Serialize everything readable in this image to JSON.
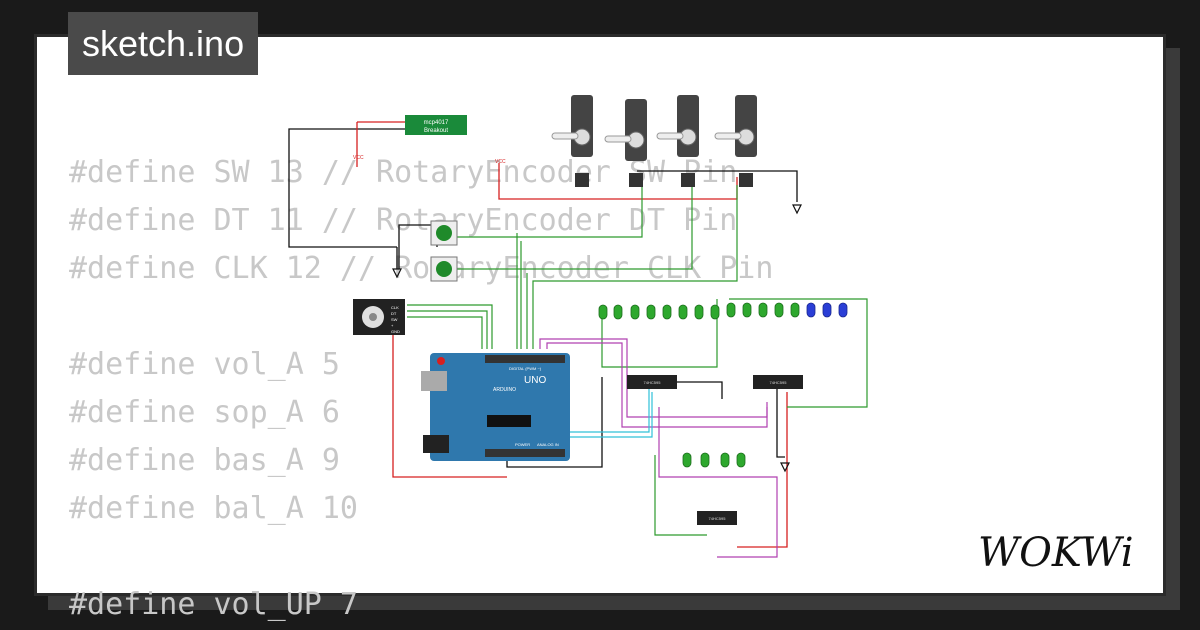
{
  "title": "sketch.ino",
  "code_lines": [
    "#define SW 13 // RotaryEncoder SW Pin",
    "#define DT 11 // RotaryEncoder DT Pin",
    "#define CLK 12 // RotaryEncoder CLK Pin",
    "",
    "#define vol_A 5",
    "#define sop_A 6",
    "#define bas_A 9",
    "#define bal_A 10",
    "",
    "#define vol_UP 7"
  ],
  "components": {
    "breakout_line1": "mcp4017",
    "breakout_line2": "Breakout",
    "vcc_label": "VCC",
    "board_label": "UNO",
    "board_brand": "ARDUINO",
    "board_digital": "DIGITAL (PWM ~)",
    "board_analog": "ANALOG IN",
    "board_power": "POWER",
    "encoder_pins": [
      "CLK",
      "DT",
      "SW",
      "+",
      "GND"
    ],
    "chip_label": "74HC595"
  },
  "brand": "WOKWi",
  "colors": {
    "background": "#1a1a1a",
    "card": "#ffffff",
    "board": "#2f78ad",
    "wire_red": "#d62020",
    "wire_green": "#2d9a2d",
    "wire_black": "#111111",
    "wire_purple": "#b040b0",
    "wire_cyan": "#30c0d8"
  }
}
